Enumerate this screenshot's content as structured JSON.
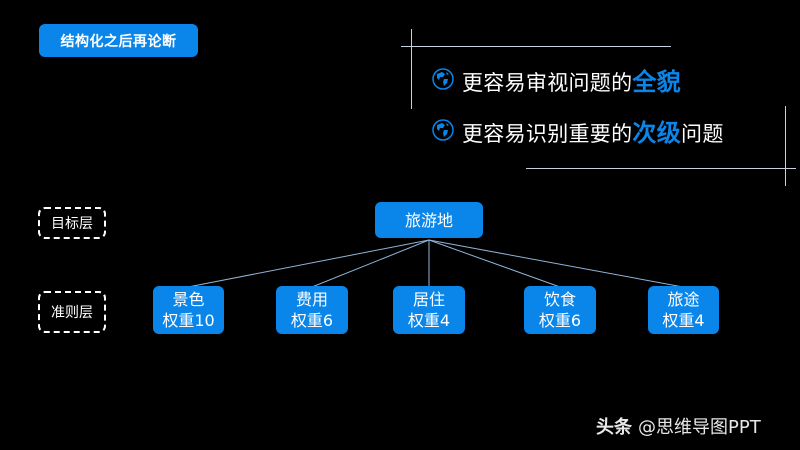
{
  "title_button": {
    "label": "结构化之后再论断"
  },
  "bullets": [
    {
      "icon": "globe-icon",
      "text": "更容易审视问题的",
      "highlight": "全貌",
      "suffix": ""
    },
    {
      "icon": "globe-icon",
      "text": "更容易识别重要的",
      "highlight": "次级",
      "suffix": "问题"
    }
  ],
  "layers": {
    "goal_label": "目标层",
    "criteria_label": "准则层"
  },
  "tree": {
    "root": {
      "label": "旅游地"
    },
    "children": [
      {
        "name": "景色",
        "weight_text": "权重10",
        "weight": 10
      },
      {
        "name": "费用",
        "weight_text": "权重6",
        "weight": 6
      },
      {
        "name": "居住",
        "weight_text": "权重4",
        "weight": 4
      },
      {
        "name": "饮食",
        "weight_text": "权重6",
        "weight": 6
      },
      {
        "name": "旅途",
        "weight_text": "权重4",
        "weight": 4
      }
    ]
  },
  "footer": {
    "brand": "头条",
    "handle": "@思维导图PPT"
  },
  "colors": {
    "accent": "#0a86ea",
    "background": "#000000",
    "line": "#c8d0e0",
    "link": "#8fb4d8"
  }
}
